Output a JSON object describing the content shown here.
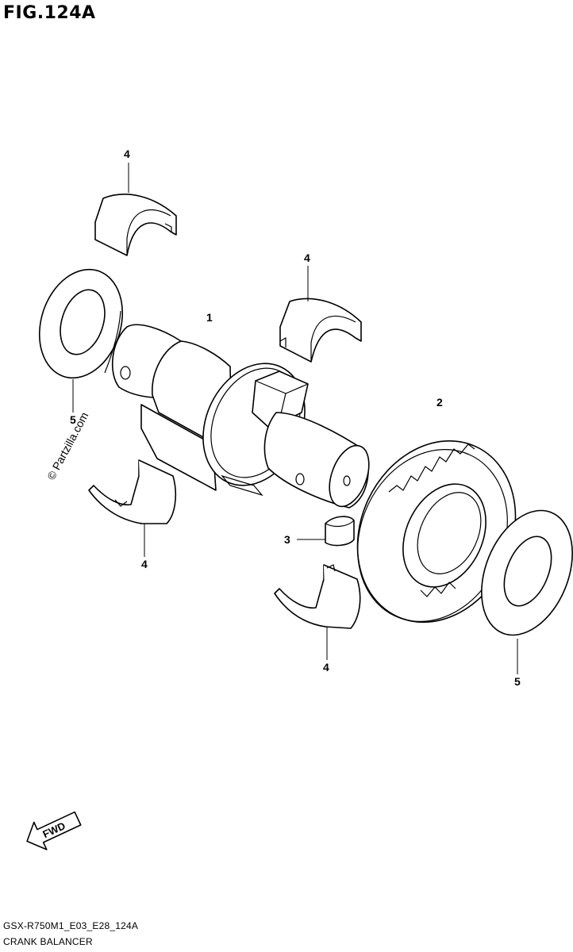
{
  "figure": {
    "title": "FIG.124A"
  },
  "watermark": "© Partzilla.com",
  "callouts": {
    "shaft": "1",
    "gear": "2",
    "key": "3",
    "bearing_top_left": "4",
    "bearing_top_right": "4",
    "bearing_bottom_left": "4",
    "bearing_bottom_right": "4",
    "washer_left": "5",
    "washer_right": "5"
  },
  "fwd_indicator": "FWD",
  "footer": {
    "code": "GSX-R750M1_E03_E28_124A",
    "name": "CRANK BALANCER"
  }
}
